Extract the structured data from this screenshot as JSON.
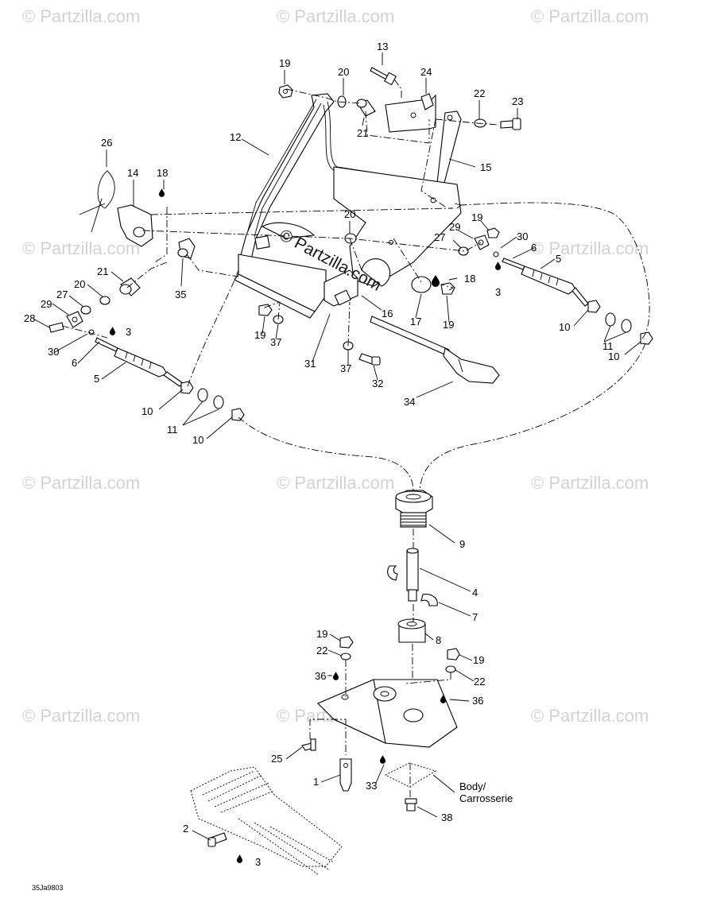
{
  "watermark": "© Partzilla.com",
  "center_watermark": "© Partzilla.com",
  "doc_code": "35Ja9803",
  "body_label_line1": "Body/",
  "body_label_line2": "Carrosserie",
  "callouts": {
    "c13": "13",
    "c19a": "19",
    "c20a": "20",
    "c24": "24",
    "c22a": "22",
    "c23": "23",
    "c21a": "21",
    "c12": "12",
    "c15": "15",
    "c26": "26",
    "c14": "14",
    "c18a": "18",
    "c20b": "20",
    "c19b": "19",
    "c29a": "29",
    "c30a": "30",
    "c27a": "27",
    "c6a": "6",
    "c5a": "5",
    "c3a": "3",
    "c18b": "18",
    "c21b": "21",
    "c35": "35",
    "c20c": "20",
    "c27b": "27",
    "c29b": "29",
    "c28": "28",
    "c3b": "3",
    "c30b": "30",
    "c6b": "6",
    "c5b": "5",
    "c16": "16",
    "c17": "17",
    "c19c": "19",
    "c19d": "19",
    "c37a": "37",
    "c10a": "10",
    "c11a": "11",
    "c10b": "10",
    "c31": "31",
    "c37b": "37",
    "c32": "32",
    "c34": "34",
    "c10c": "10",
    "c11b": "11",
    "c10d": "10",
    "c9": "9",
    "c4": "4",
    "c7": "7",
    "c8": "8",
    "c19e": "19",
    "c22b": "22",
    "c19f": "19",
    "c22c": "22",
    "c36a": "36",
    "c36b": "36",
    "c25": "25",
    "c1": "1",
    "c33": "33",
    "c38": "38",
    "c2": "2",
    "c3c": "3"
  }
}
